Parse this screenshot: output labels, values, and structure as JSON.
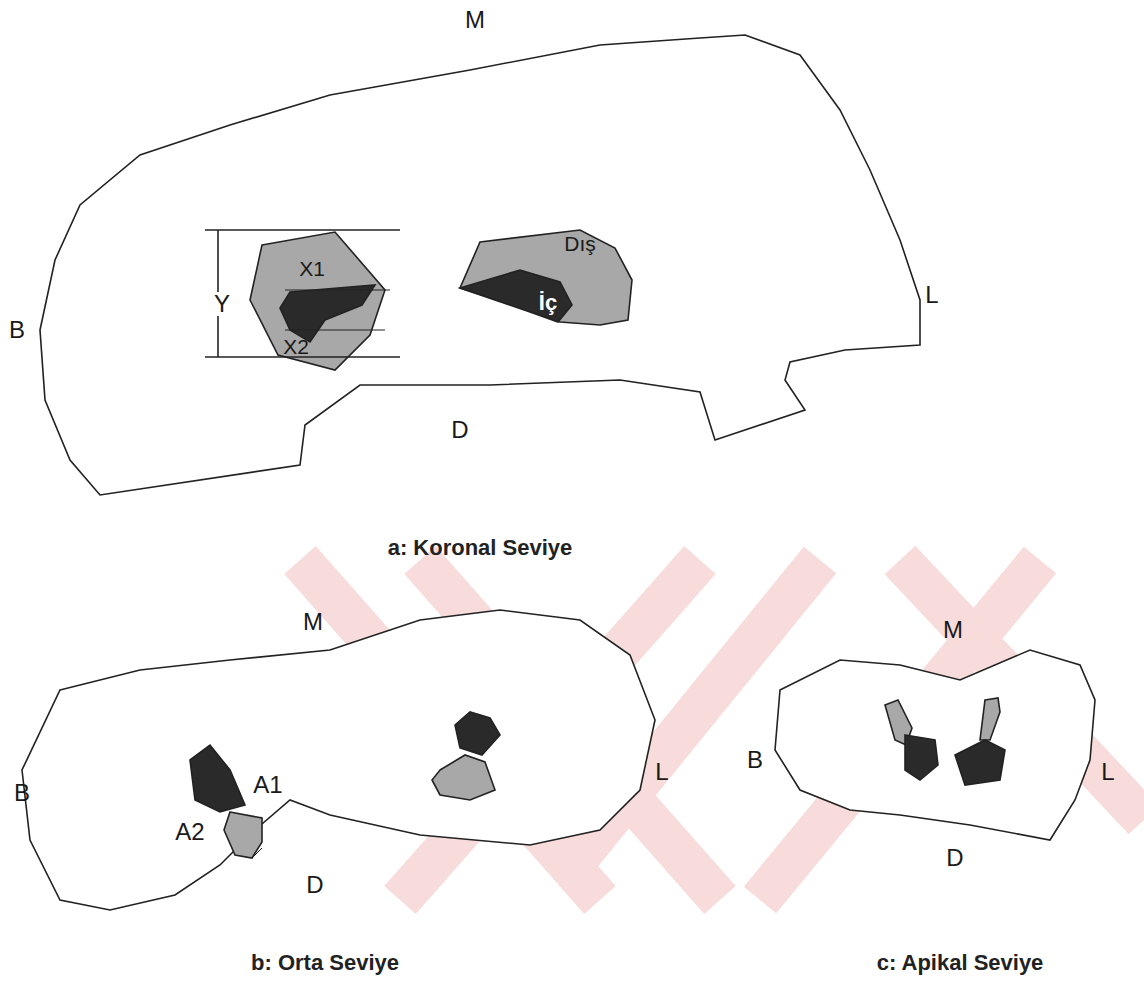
{
  "diagram": {
    "labels": [
      "M",
      "B",
      "L",
      "D",
      "Y",
      "X1",
      "X2",
      "Dış",
      "İç",
      "a: Koronal Seviye",
      "M",
      "B",
      "L",
      "D",
      "A1",
      "A2",
      "b: Orta Seviye",
      "M",
      "B",
      "L",
      "D",
      "c: Apikal Seviye"
    ]
  }
}
